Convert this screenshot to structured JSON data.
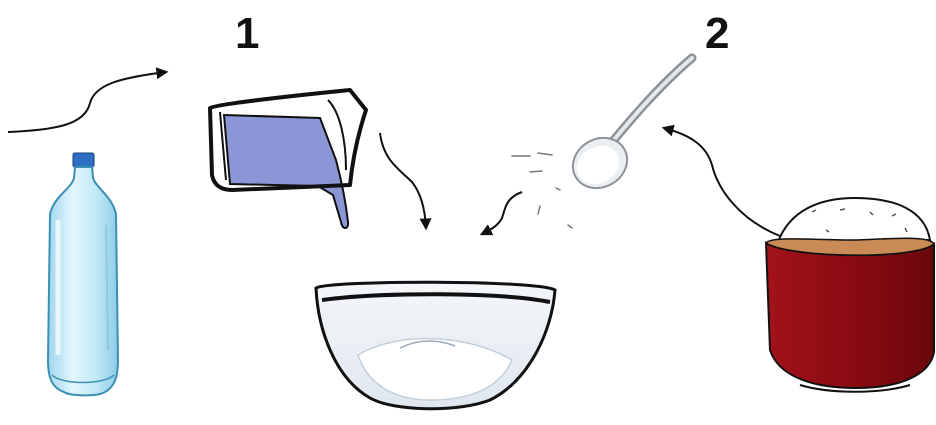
{
  "steps": [
    {
      "number": "1",
      "ingredient": "water",
      "source": "plastic-bottle",
      "vessel": "measuring-cup"
    },
    {
      "number": "2",
      "ingredient": "salt",
      "source": "salt-bowl",
      "vessel": "spoon"
    }
  ],
  "target": "glass-mixing-bowl",
  "colors": {
    "water": "#8a96d6",
    "bottle": "#bfe8f6",
    "bottle_cap": "#2d6fc4",
    "salt_bowl": "#8b0b12",
    "salt_bowl_rim": "#c98a55",
    "outline": "#111111",
    "salt": "#ffffff"
  },
  "icons": [
    "plastic-bottle-icon",
    "measuring-cup-icon",
    "mixing-bowl-icon",
    "spoon-icon",
    "salt-bowl-icon"
  ]
}
